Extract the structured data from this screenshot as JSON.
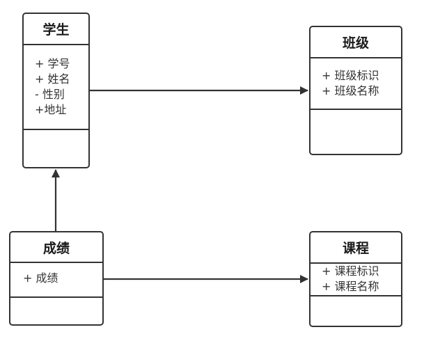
{
  "classes": {
    "student": {
      "name": "学生",
      "attributes": [
        "+ 学号",
        "+ 姓名",
        "- 性别",
        "+地址"
      ]
    },
    "class": {
      "name": "班级",
      "attributes": [
        "+ 班级标识",
        "+ 班级名称"
      ]
    },
    "score": {
      "name": "成绩",
      "attributes": [
        "+ 成绩"
      ]
    },
    "course": {
      "name": "课程",
      "attributes": [
        "+ 课程标识",
        "+ 课程名称"
      ]
    }
  },
  "connections": [
    {
      "from": "student",
      "to": "class",
      "type": "association-arrow"
    },
    {
      "from": "score",
      "to": "student",
      "type": "association-arrow"
    },
    {
      "from": "score",
      "to": "course",
      "type": "association-arrow"
    }
  ],
  "colors": {
    "line": "#333333",
    "background": "#ffffff"
  }
}
